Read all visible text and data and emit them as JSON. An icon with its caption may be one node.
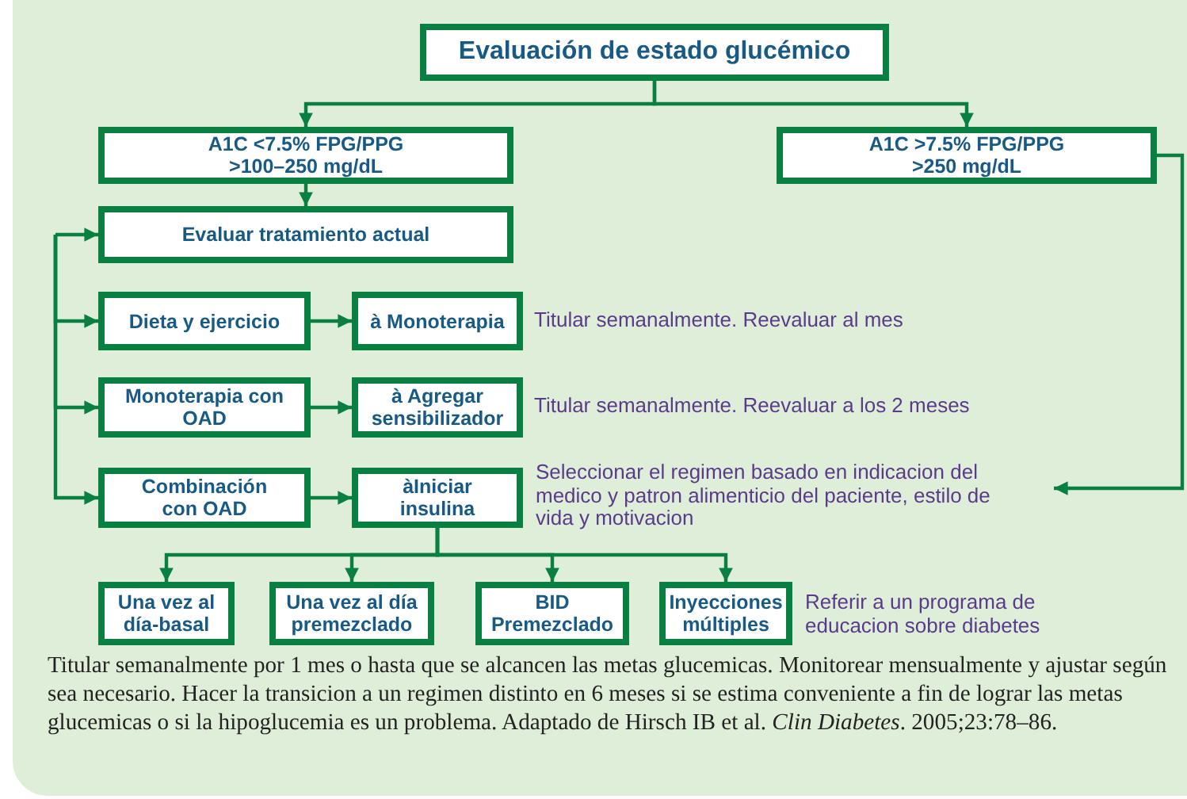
{
  "diagram": {
    "caption": "Titular semanalmente por 1 mes o hasta que se alcancen las metas glucemicas.  Monitorear mensualmente y ajustar según sea necesario.  Hacer la transicion a un regimen distinto en 6 meses si se estima conveniente a fin de lograr las metas glucemicas o si la hipoglucemia es un problema.  Adaptado de Hirsch IB et al. *Clin Diabetes*. 2005;23:78–86.",
    "nodes": [
      {
        "text": [
          "Evaluación de estado glucémico"
        ]
      },
      {
        "text": [
          "A1C <7.5% FPG/PPG >100–250 mg/dL"
        ]
      },
      {
        "text": [
          "A1C >7.5% FPG/PPG >250 mg/dL"
        ]
      },
      {
        "text": [
          "Evaluar tratamiento actual"
        ]
      },
      {
        "text": [
          "Dieta y ejercicio"
        ]
      },
      {
        "text": [
          "à Monoterapia"
        ],
        "beside": [
          "Titular semanalmente. Reevaluar al mes"
        ]
      },
      {
        "text": [
          "Monoterapia con OAD"
        ]
      },
      {
        "text": [
          "à Agregar sensibilizador"
        ],
        "beside": [
          "Titular semanalmente. Reevaluar a los 2 meses"
        ]
      },
      {
        "text": [
          "Combinación con OAD"
        ]
      },
      {
        "text": [
          "àIniciar insulina"
        ]
      },
      {
        "text": [
          "Seleccionar el regimen basado en indicacion del medico y patron alimenticio del paciente, estilo de vida y motivacion"
        ]
      },
      {
        "text": [
          "Una vez al día-basal"
        ]
      },
      {
        "text": [
          "Una vez al día premezclado"
        ]
      },
      {
        "text": [
          "BID Premezclado"
        ]
      },
      {
        "text": [
          "Inyecciones múltiples"
        ]
      }
    ],
    "edges": [
      {
        "from": 0,
        "to": 1,
        "arrow": "to"
      },
      {
        "from": 0,
        "to": 2,
        "arrow": "to"
      },
      {
        "from": 1,
        "to": 3,
        "arrow": "to"
      },
      {
        "from": null,
        "to": 3,
        "arrow": "to"
      },
      {
        "from": null,
        "to": 4,
        "arrow": "to"
      },
      {
        "from": null,
        "to": 6,
        "arrow": "to"
      },
      {
        "from": null,
        "to": 8,
        "arrow": "to"
      },
      {
        "from": 4,
        "to": 5,
        "arrow": "to"
      },
      {
        "from": 6,
        "to": 7,
        "arrow": "to"
      },
      {
        "from": 8,
        "to": 9,
        "arrow": "to"
      },
      {
        "from": 2,
        "to": 10,
        "arrow": "to"
      },
      {
        "from": 9,
        "to": 11,
        "arrow": "to"
      },
      {
        "from": 9,
        "to": 12,
        "arrow": "to"
      },
      {
        "from": 9,
        "to": 13,
        "arrow": "to"
      },
      {
        "from": 9,
        "to": 14,
        "arrow": "to"
      }
    ],
    "labels": [
      "Referir a un programa de educacion sobre diabetes"
    ]
  }
}
